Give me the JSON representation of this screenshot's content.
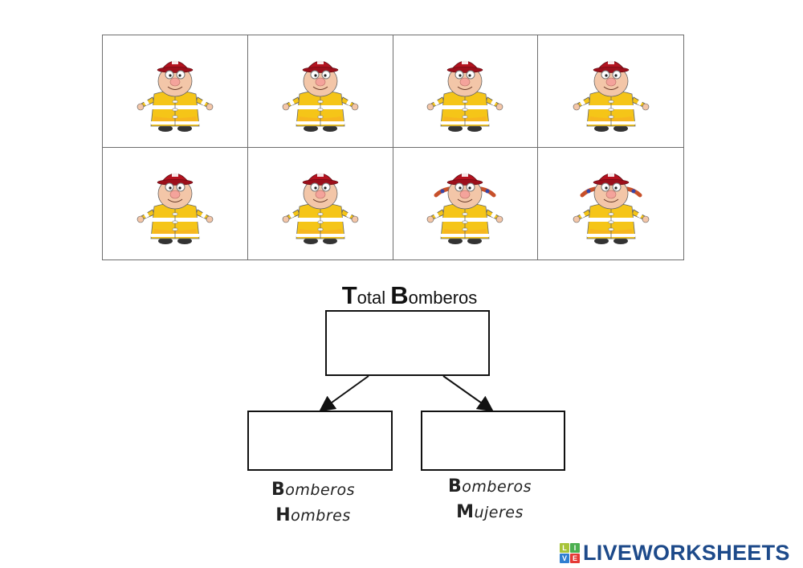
{
  "worksheet": {
    "grid": {
      "rows": 2,
      "columns": 4,
      "cells": [
        {
          "figure": "firefighter-man"
        },
        {
          "figure": "firefighter-man"
        },
        {
          "figure": "firefighter-man"
        },
        {
          "figure": "firefighter-man"
        },
        {
          "figure": "firefighter-man"
        },
        {
          "figure": "firefighter-man"
        },
        {
          "figure": "firefighter-woman"
        },
        {
          "figure": "firefighter-woman"
        }
      ]
    },
    "title": {
      "first_initial": "T",
      "first_rest": "otal ",
      "second_initial": "B",
      "second_rest": "omberos"
    },
    "boxes": {
      "total": {
        "value": ""
      },
      "men": {
        "value": ""
      },
      "women": {
        "value": ""
      }
    },
    "labels": {
      "men": {
        "line1_initial": "B",
        "line1_rest": "omberos",
        "line2_initial": "H",
        "line2_rest": "ombres"
      },
      "women": {
        "line1_initial": "B",
        "line1_rest": "omberos",
        "line2_initial": "M",
        "line2_rest": "ujeres"
      }
    }
  },
  "branding": {
    "logo_letters": [
      "L",
      "I",
      "V",
      "E"
    ],
    "logo_colors": [
      "#a8c43a",
      "#4caf50",
      "#2f7fd1",
      "#e53935"
    ],
    "text": "LIVEWORKSHEETS",
    "text_color": "#1d4a8a"
  },
  "colors": {
    "grid_border": "#6e6e6e",
    "box_border": "#111111",
    "coat_yellow": "#f5c518",
    "helmet_red": "#b3121f"
  }
}
